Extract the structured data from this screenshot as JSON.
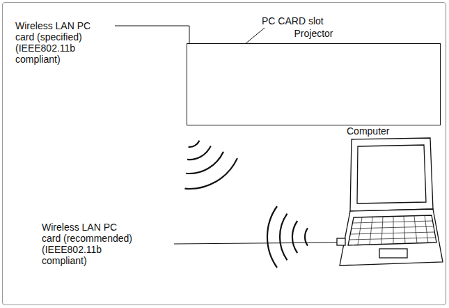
{
  "diagram": {
    "nodes": [
      {
        "text": [
          "Projector"
        ]
      }
    ],
    "labels": [
      "PC CARD slot",
      "Wireless LAN PC card (specified) (IEEE802.11b compliant)",
      "Computer",
      "Wireless LAN PC card (recommended) (IEEE802.11b compliant)"
    ]
  }
}
